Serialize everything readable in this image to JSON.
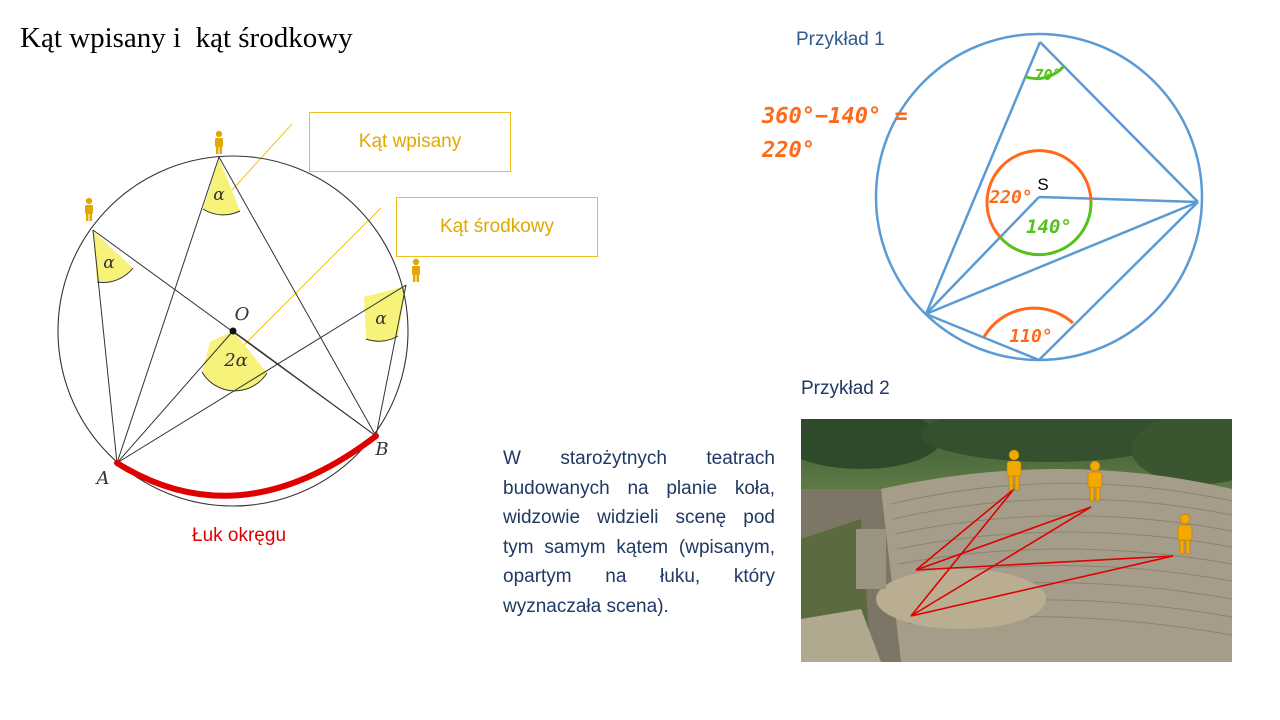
{
  "title": "Kąt wpisany i  kąt środkowy",
  "labels": {
    "inscribed": "Kąt wpisany",
    "central": "Kąt środkowy",
    "arc": "Łuk okręgu"
  },
  "diagram1": {
    "center_label": "O",
    "point_a": "A",
    "point_b": "B",
    "inscribed_angle": "α",
    "central_angle": "2α"
  },
  "example1": {
    "title": "Przykład 1",
    "formula_line1": "360°−140° =",
    "formula_line2": "220°",
    "center_label": "S",
    "angle_top": "70°",
    "angle_center_small": "140°",
    "angle_center_big": "220°",
    "angle_bottom": "110°"
  },
  "example2": {
    "title": "Przykład 2",
    "description": "W starożytnych teatrach budowanych na planie koła, widzowie widzieli scenę pod tym samym kątem (wpisanym, opartym na łuku, który wyznaczała scena)."
  },
  "colors": {
    "inscribed_label": "#e0a800",
    "arc_red": "#e00000",
    "angle_highlight": "#f6f27a",
    "example_circle": "#5b9bd5",
    "orange": "#ff6a1a",
    "green": "#55c21b",
    "text_blue": "#1f3864"
  },
  "icons": [
    "person-icon"
  ]
}
